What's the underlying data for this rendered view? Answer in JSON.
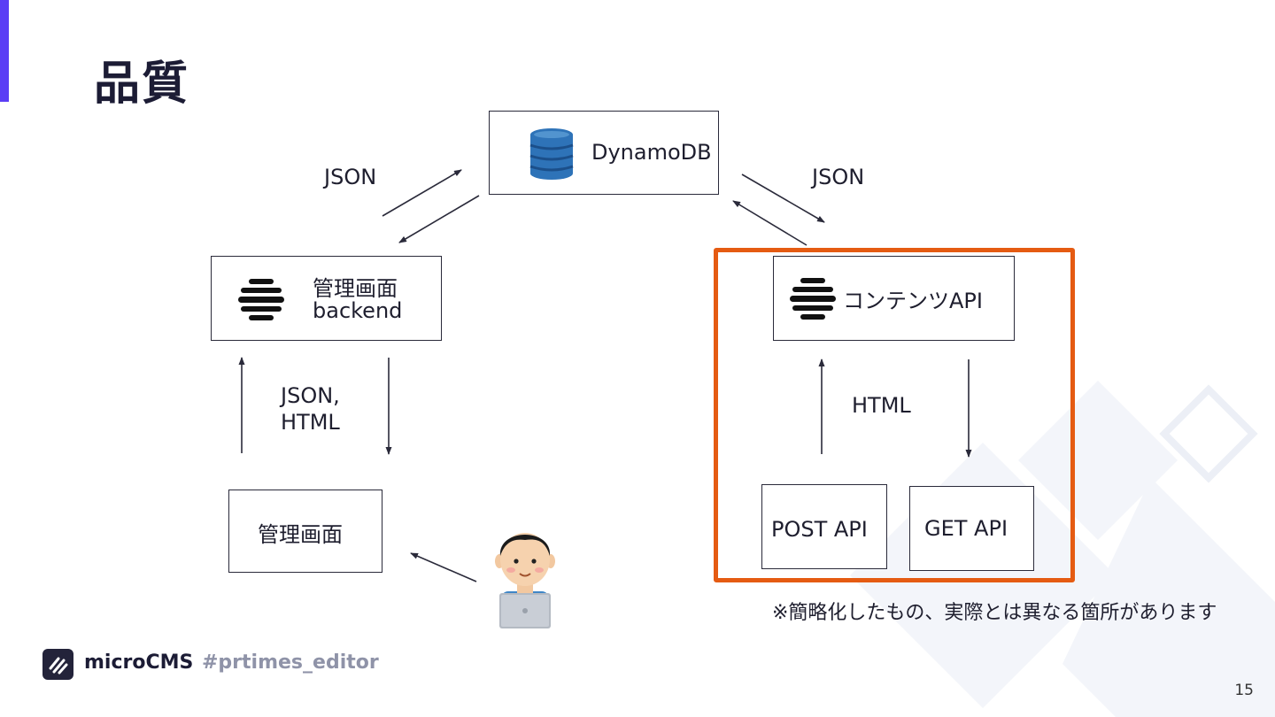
{
  "title": "品質",
  "colors": {
    "accent": "#5b3df5",
    "highlight": "#e55b12",
    "ink": "#1c1c35"
  },
  "nodes": {
    "dynamodb": {
      "label": "DynamoDB",
      "icon": "dynamodb-icon"
    },
    "admin_backend": {
      "label_line1": "管理画面",
      "label_line2": "backend",
      "icon": "microcms-stack-icon"
    },
    "content_api": {
      "label": "コンテンツAPI",
      "icon": "microcms-stack-icon"
    },
    "admin_screen": {
      "label": "管理画面"
    },
    "post_api": {
      "label": "POST API"
    },
    "get_api": {
      "label": "GET API"
    },
    "user": {
      "icon": "user-with-laptop-icon"
    }
  },
  "edge_labels": {
    "left_top": "JSON",
    "right_top": "JSON",
    "left_mid_line1": "JSON,",
    "left_mid_line2": "HTML",
    "right_mid": "HTML"
  },
  "note": "※簡略化したもの、実際とは異なる箇所があります",
  "footer": {
    "brand": "microCMS",
    "hashtag": "#prtimes_editor"
  },
  "page_number": "15"
}
